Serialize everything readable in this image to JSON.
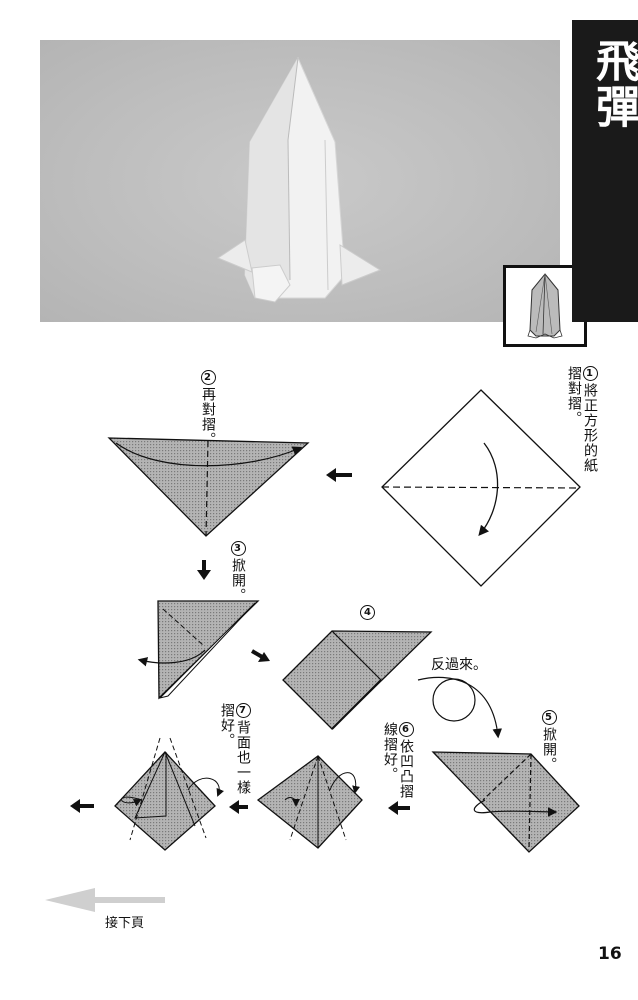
{
  "page": {
    "title": "飛彈",
    "page_number": "16",
    "next_page_label": "接下頁"
  },
  "photo": {
    "subject": "origami-missile-photo",
    "inset_subject": "missile-line-drawing"
  },
  "steps": [
    {
      "num": "1",
      "col1": "將正方形的紙",
      "col2": "摺對摺。"
    },
    {
      "num": "2",
      "col1": "再對摺。",
      "col2": ""
    },
    {
      "num": "3",
      "col1": "掀開。",
      "col2": ""
    },
    {
      "num": "4",
      "col1": "",
      "col2": ""
    },
    {
      "num": "5",
      "col1": "掀開。",
      "col2": ""
    },
    {
      "num": "6",
      "col1": "依凹凸摺",
      "col2": "線摺好。"
    },
    {
      "num": "7",
      "col1": "背面也一樣",
      "col2": "摺好。"
    }
  ],
  "annotations": {
    "flip_over": "反過來。"
  },
  "colors": {
    "title_bg": "#1a1a1a",
    "paper_fill": "#a9a9a9",
    "photo_bg": "#bfbfbf"
  }
}
